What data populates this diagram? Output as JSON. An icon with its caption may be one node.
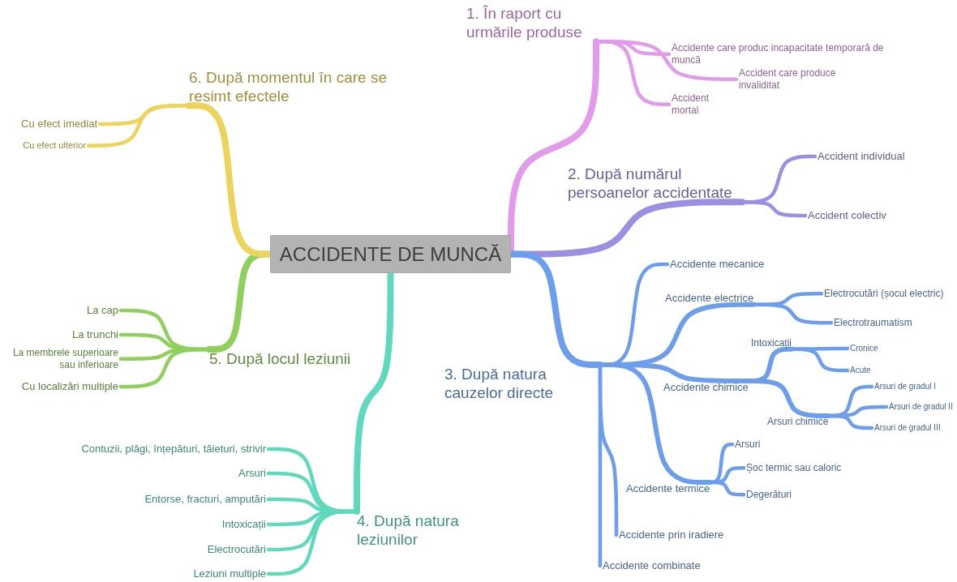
{
  "diagram": {
    "nodes": [
      {
        "text": [
          "ACCIDENTE DE MUNCĂ"
        ]
      },
      {
        "text": [
          "1. În raport cu urmările produse"
        ]
      },
      {
        "text": [
          "Accidente care produc incapacitate temporară de muncă"
        ]
      },
      {
        "text": [
          "Accident care produce invaliditat"
        ]
      },
      {
        "text": [
          "Accident mortal"
        ]
      },
      {
        "text": [
          "2. După numărul persoanelor accidentate"
        ]
      },
      {
        "text": [
          "Accident individual"
        ]
      },
      {
        "text": [
          "Accident colectiv"
        ]
      },
      {
        "text": [
          "3. După natura cauzelor directe"
        ]
      },
      {
        "text": [
          "Accidente mecanice"
        ]
      },
      {
        "text": [
          "Accidente electrice"
        ]
      },
      {
        "text": [
          "Electrocutări (șocul electric)"
        ]
      },
      {
        "text": [
          "Electrotraumatism"
        ]
      },
      {
        "text": [
          "Accidente chimice"
        ]
      },
      {
        "text": [
          "Intoxicații"
        ]
      },
      {
        "text": [
          "Cronice"
        ]
      },
      {
        "text": [
          "Acute"
        ]
      },
      {
        "text": [
          "Arsuri chimice"
        ]
      },
      {
        "text": [
          "Arsuri de gradul I"
        ]
      },
      {
        "text": [
          "Arsuri de gradul II"
        ]
      },
      {
        "text": [
          "Arsuri de gradul III"
        ]
      },
      {
        "text": [
          "Accidente termice"
        ]
      },
      {
        "text": [
          "Arsuri"
        ]
      },
      {
        "text": [
          "Șoc termic sau caloric"
        ]
      },
      {
        "text": [
          "Degerături"
        ]
      },
      {
        "text": [
          "Accidente prin iradiere"
        ]
      },
      {
        "text": [
          "Accidente combinate"
        ]
      },
      {
        "text": [
          "4. După natura leziunilor"
        ]
      },
      {
        "text": [
          "Contuzii, plăgi, înțepături, tăieturi, strivir"
        ]
      },
      {
        "text": [
          "Arsuri"
        ]
      },
      {
        "text": [
          "Entorse, fracturi, amputări"
        ]
      },
      {
        "text": [
          "Intoxicații"
        ]
      },
      {
        "text": [
          "Electrocutări"
        ]
      },
      {
        "text": [
          "Leziuni multiple"
        ]
      },
      {
        "text": [
          "5. După locul leziunii"
        ]
      },
      {
        "text": [
          "La cap"
        ]
      },
      {
        "text": [
          "La trunchi"
        ]
      },
      {
        "text": [
          "La membrele superioare sau inferioare"
        ]
      },
      {
        "text": [
          "Cu localizări multiple"
        ]
      },
      {
        "text": [
          "6. După momentul în care se resimt efectele"
        ]
      },
      {
        "text": [
          "Cu efect imediat"
        ]
      },
      {
        "text": [
          "Cu efect ulterior"
        ]
      }
    ],
    "edges": [
      {
        "from": 0,
        "to": 1,
        "arrow": "none",
        "color": "#e29bea"
      },
      {
        "from": 1,
        "to": 2,
        "arrow": "none",
        "color": "#e29bea"
      },
      {
        "from": 1,
        "to": 3,
        "arrow": "none",
        "color": "#e29bea"
      },
      {
        "from": 1,
        "to": 4,
        "arrow": "none",
        "color": "#e29bea"
      },
      {
        "from": 0,
        "to": 5,
        "arrow": "none",
        "color": "#9a8fe3"
      },
      {
        "from": 5,
        "to": 6,
        "arrow": "none",
        "color": "#9a8fe3"
      },
      {
        "from": 5,
        "to": 7,
        "arrow": "none",
        "color": "#9a8fe3"
      },
      {
        "from": 0,
        "to": 8,
        "arrow": "none"
      },
      {
        "from": 8,
        "to": 9,
        "arrow": "none"
      },
      {
        "from": 8,
        "to": 10,
        "arrow": "none"
      },
      {
        "from": 10,
        "to": 11,
        "arrow": "none"
      },
      {
        "from": 10,
        "to": 12,
        "arrow": "none"
      },
      {
        "from": 8,
        "to": 13,
        "arrow": "none"
      },
      {
        "from": 13,
        "to": 14,
        "arrow": "none"
      },
      {
        "from": 14,
        "to": 15,
        "arrow": "none"
      },
      {
        "from": 14,
        "to": 16,
        "arrow": "none"
      },
      {
        "from": 13,
        "to": 17,
        "arrow": "none"
      },
      {
        "from": 17,
        "to": 18,
        "arrow": "none"
      },
      {
        "from": 17,
        "to": 19,
        "arrow": "none"
      },
      {
        "from": 17,
        "to": 20,
        "arrow": "none"
      },
      {
        "from": 8,
        "to": 21,
        "arrow": "none"
      },
      {
        "from": 21,
        "to": 22,
        "arrow": "none"
      },
      {
        "from": 21,
        "to": 23,
        "arrow": "none"
      },
      {
        "from": 21,
        "to": 24,
        "arrow": "none"
      },
      {
        "from": 8,
        "to": 25,
        "arrow": "none"
      },
      {
        "from": 8,
        "to": 26,
        "arrow": "none"
      },
      {
        "from": 0,
        "to": 27,
        "arrow": "none",
        "color": "#5fd9bc"
      },
      {
        "from": 27,
        "to": 28,
        "arrow": "none",
        "color": "#5fd9bc"
      },
      {
        "from": 27,
        "to": 29,
        "arrow": "none",
        "color": "#5fd9bc"
      },
      {
        "from": 27,
        "to": 30,
        "arrow": "none",
        "color": "#5fd9bc"
      },
      {
        "from": 27,
        "to": 31,
        "arrow": "none",
        "color": "#5fd9bc"
      },
      {
        "from": 27,
        "to": 32,
        "arrow": "none",
        "color": "#5fd9bc"
      },
      {
        "from": 27,
        "to": 33,
        "arrow": "none",
        "color": "#5fd9bc"
      },
      {
        "from": 0,
        "to": 34,
        "arrow": "none",
        "color": "#8fcf5c"
      },
      {
        "from": 34,
        "to": 35,
        "arrow": "none",
        "color": "#8fcf5c"
      },
      {
        "from": 34,
        "to": 36,
        "arrow": "none",
        "color": "#8fcf5c"
      },
      {
        "from": 34,
        "to": 37,
        "arrow": "none",
        "color": "#8fcf5c"
      },
      {
        "from": 34,
        "to": 38,
        "arrow": "none",
        "color": "#8fcf5c"
      },
      {
        "from": 0,
        "to": 39,
        "arrow": "none",
        "color": "#ecd35c"
      },
      {
        "from": 39,
        "to": 40,
        "arrow": "none",
        "color": "#ecd35c"
      },
      {
        "from": 39,
        "to": 41,
        "arrow": "none",
        "color": "#ecd35c"
      }
    ]
  }
}
